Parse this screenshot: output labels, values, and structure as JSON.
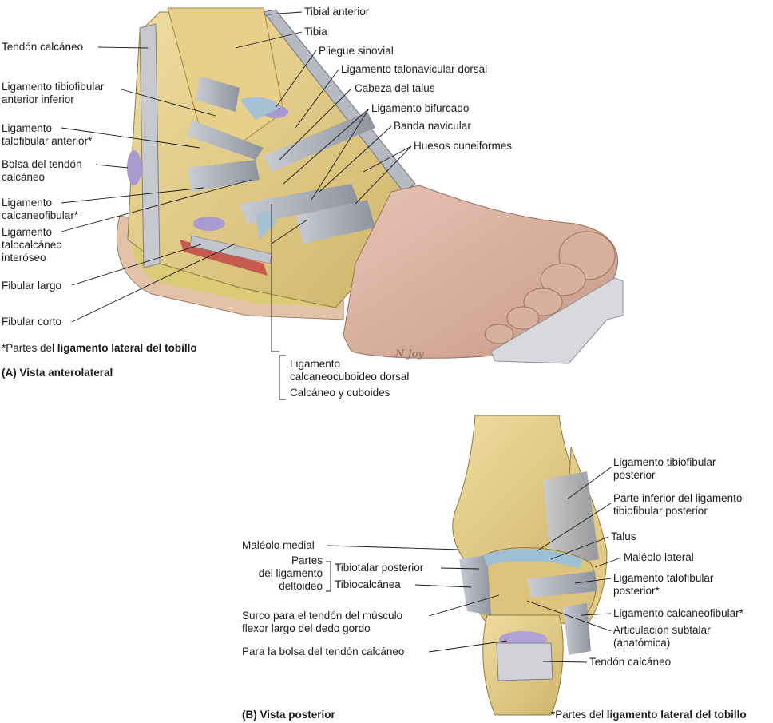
{
  "panel_a": {
    "caption": "(A) Vista anterolateral",
    "footnote_prefix": "*Partes del ",
    "footnote_bold": "ligamento lateral del tobillo",
    "signature": "N Joy",
    "labels": {
      "tibial_anterior": "Tibial anterior",
      "tibia": "Tibia",
      "pliegue_sinovial": "Pliegue sinovial",
      "lig_talonavicular": "Ligamento talonavicular dorsal",
      "cabeza_talus": "Cabeza del talus",
      "lig_bifurcado": "Ligamento bifurcado",
      "banda_navicular": "Banda navicular",
      "huesos_cuneiformes": "Huesos cuneiformes",
      "tendon_calcaneo": "Tendón calcáneo",
      "lig_tibiofibular_ant_inf": "Ligamento tibiofibular\nanterior inferior",
      "lig_talofibular_ant": "Ligamento\ntalofibular anterior*",
      "bolsa_tendon": "Bolsa del tendón\ncalcáneo",
      "lig_calcaneofibular": "Ligamento\ncalcaneofibular*",
      "lig_talocalcaneo": "Ligamento\ntalocalcáneo\ninteróseo",
      "fibular_largo": "Fibular largo",
      "fibular_corto": "Fibular corto",
      "lig_calcaneocuboideo": "Ligamento\ncalcaneocuboideo dorsal",
      "calcaneo_cuboides": "Calcáneo y cuboides"
    }
  },
  "panel_b": {
    "caption": "(B) Vista posterior",
    "footnote_prefix": "*Partes del ",
    "footnote_bold": "ligamento lateral del tobillo",
    "labels": {
      "lig_tibiofibular_post": "Ligamento tibiofibular\nposterior",
      "parte_inferior": "Parte inferior del ligamento\ntibiofibular posterior",
      "talus": "Talus",
      "maleolo_medial": "Maléolo medial",
      "maleolo_lateral": "Maléolo lateral",
      "partes_deltoideo": "Partes\ndel ligamento\ndeltoideo",
      "tibiotalar_post": "Tibiotalar posterior",
      "tibiocalcanea": "Tibiocalcánea",
      "lig_talofibular_post": "Ligamento talofibular\nposterior*",
      "surco": "Surco para el tendón del músculo\nflexor largo del dedo gordo",
      "lig_calcaneofibular_b": "Ligamento calcaneofibular*",
      "articulacion_subtalar": "Articulación subtalar\n(anatómica)",
      "para_bolsa": "Para la bolsa del tendón calcáneo",
      "tendon_calcaneo_b": "Tendón calcáneo"
    }
  }
}
